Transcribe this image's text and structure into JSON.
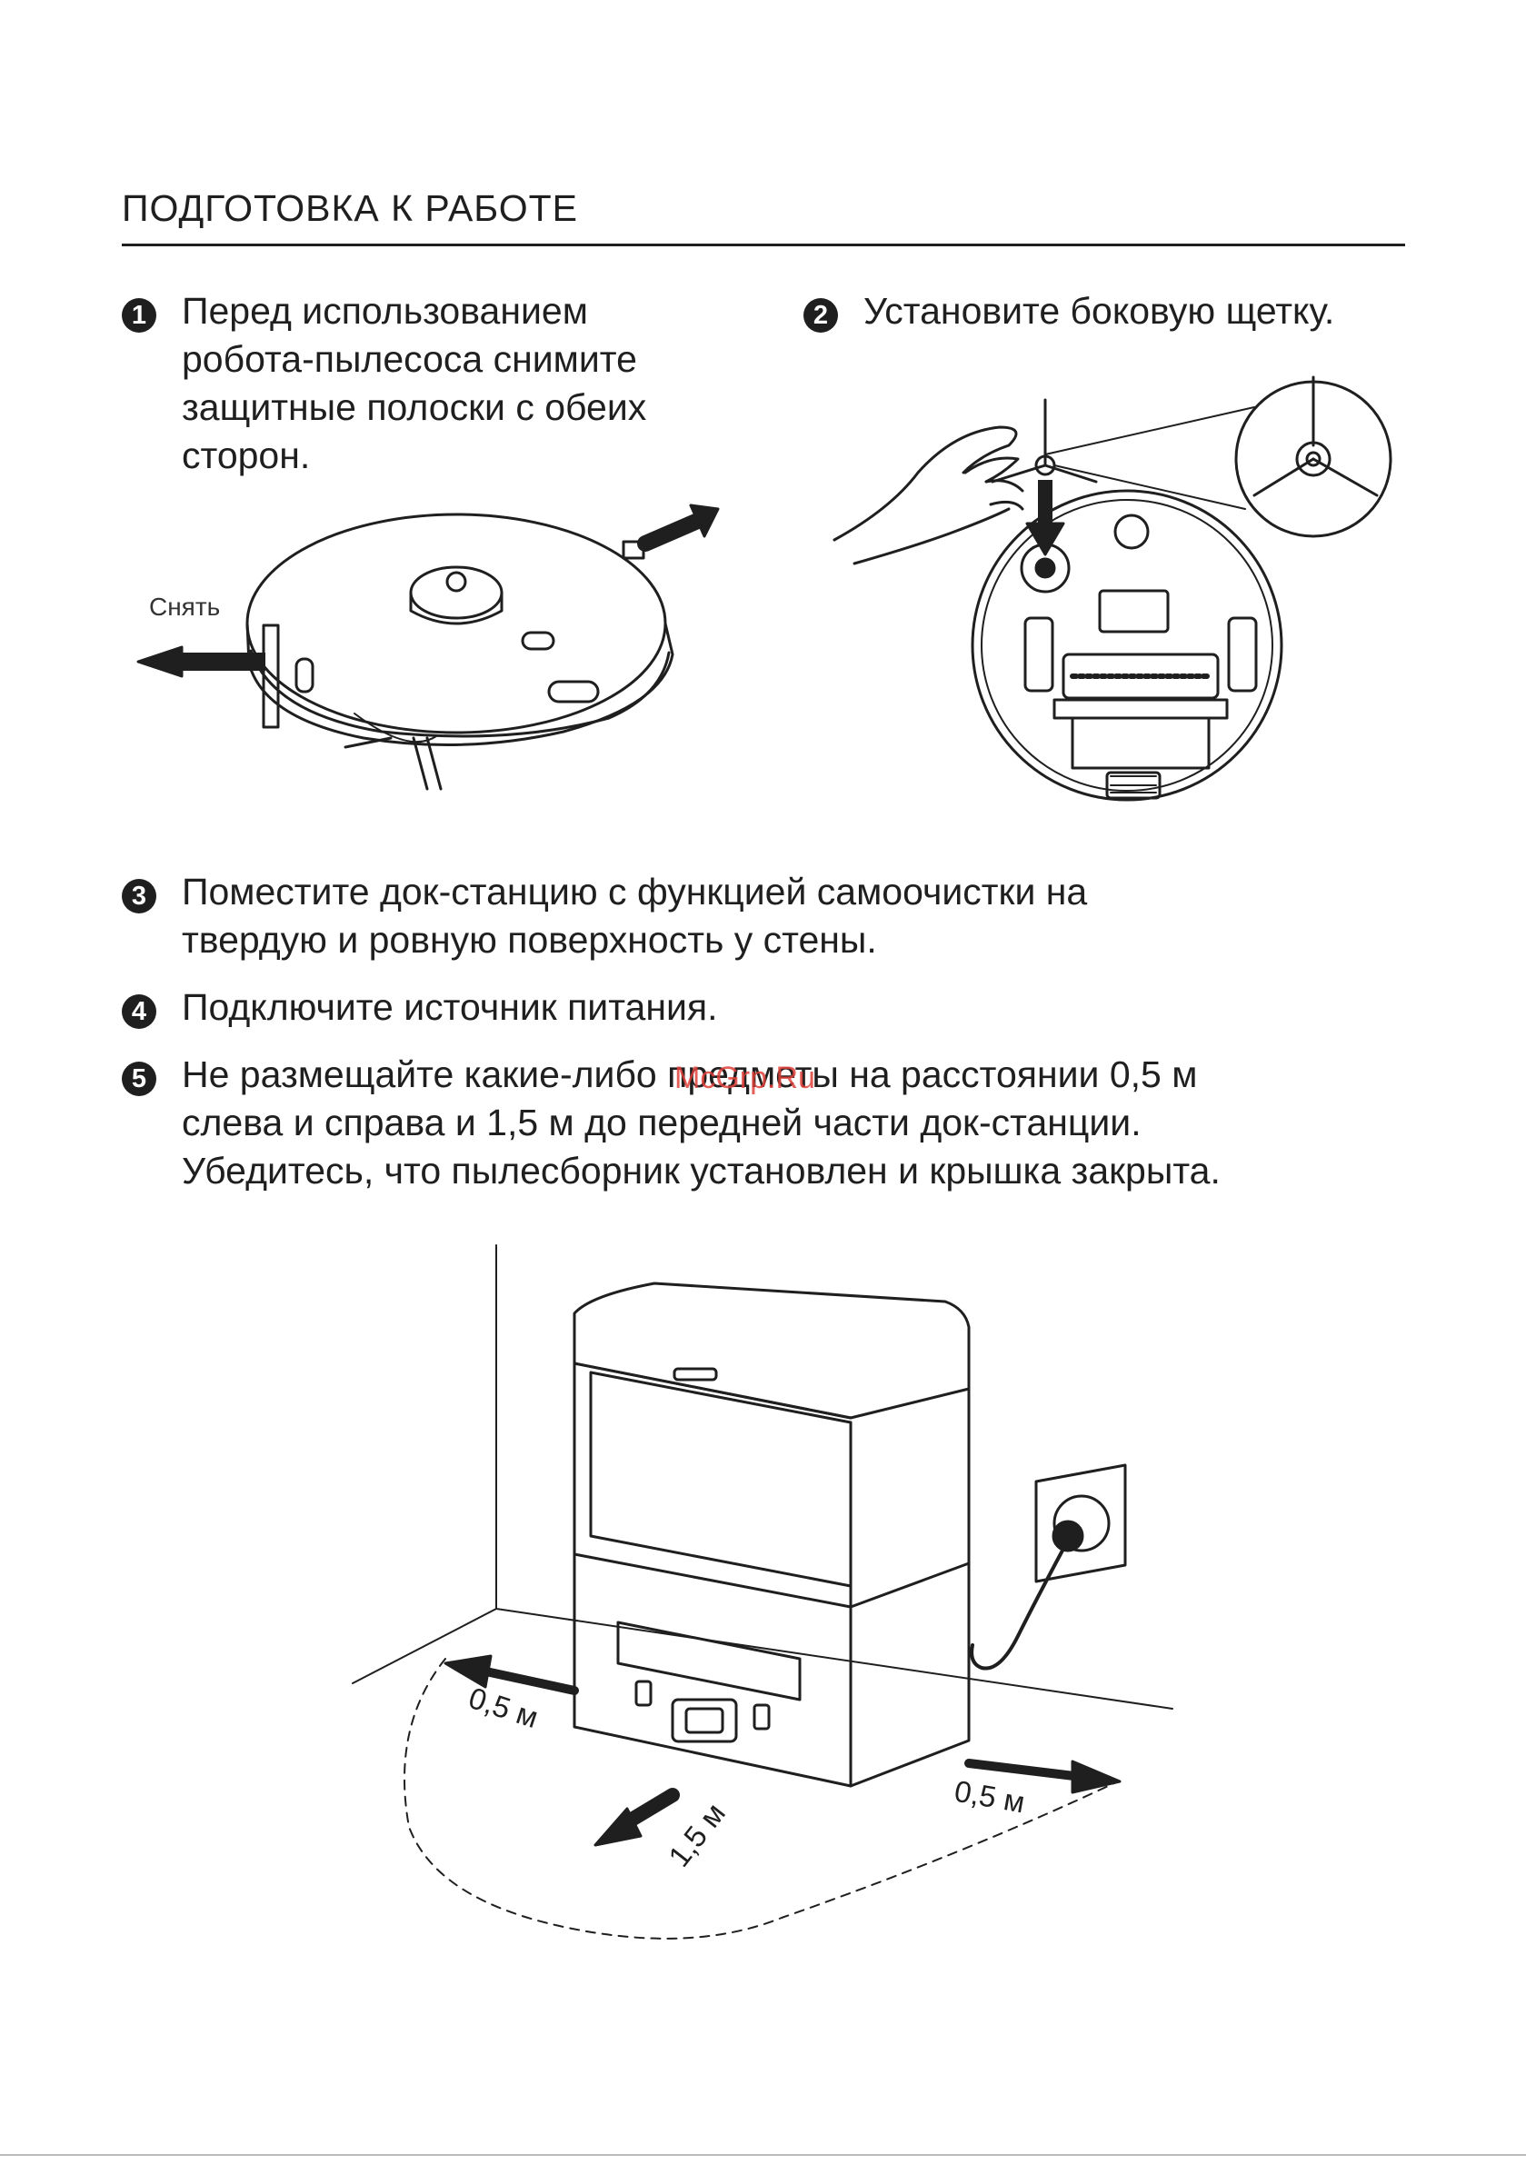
{
  "title": "ПОДГОТОВКА К РАБОТЕ",
  "steps": [
    {
      "num": "1",
      "text": "Перед использованием\nробота-пылесоса снимите\nзащитные полоски с обеих\nсторон."
    },
    {
      "num": "2",
      "text": "Установите боковую щетку."
    },
    {
      "num": "3",
      "text": "Поместите док-станцию с функцией самоочистки на\nтвердую и ровную поверхность у стены."
    },
    {
      "num": "4",
      "text": "Подключите источник питания."
    },
    {
      "num": "5",
      "text": "Не размещайте какие-либо предметы на расстоянии 0,5 м\nслева и справа и 1,5 м до передней части док-станции.\nУбедитесь, что пылесборник установлен и крышка закрыта."
    }
  ],
  "figure1": {
    "remove_label": "Снять"
  },
  "figure3": {
    "left_dist": "0,5 м",
    "front_dist": "1,5 м",
    "right_dist": "0,5 м"
  },
  "watermark": "McGrp.Ru"
}
